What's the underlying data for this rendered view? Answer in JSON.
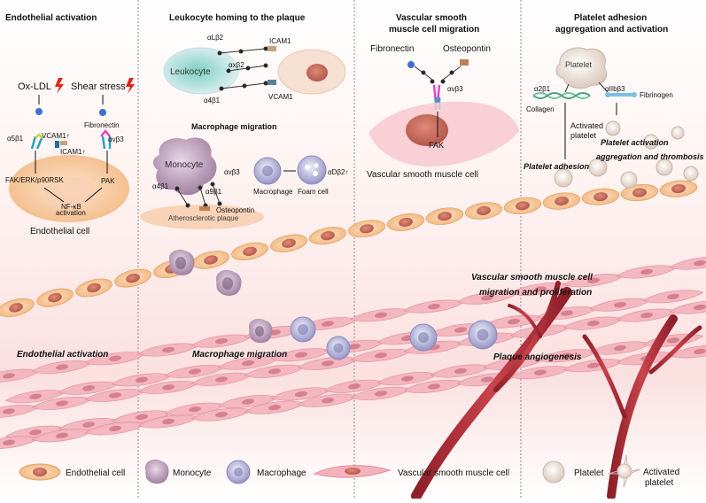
{
  "panels": {
    "endothelial": {
      "title": "Endothelial activation",
      "oxldl": "Ox-LDL",
      "shear": "Shear stress",
      "fibronectin": "Fibronectin",
      "a5b1": "α5β1",
      "vcam1": "VCAM1↑",
      "icam1": "ICAM1↑",
      "avb3": "αvβ3",
      "fak": "FAK/ERK/p90RSK",
      "pak": "PAK",
      "nfkb": "NF-κB",
      "activation": "activation",
      "cell": "Endothelial cell"
    },
    "leukocyte": {
      "title": "Leukocyte homing to the plaque",
      "alb2": "αLβ2",
      "icam1": "ICAM1",
      "axb2": "αxβ2",
      "leukocyte": "Leukocyte",
      "a4b1": "α4β1",
      "vcam1": "VCAM1"
    },
    "macrophage": {
      "title": "Macrophage migration",
      "monocyte": "Monocyte",
      "avb3": "αvβ3",
      "a4b1": "α4β1",
      "a9b1": "α9β1",
      "osteopontin": "Osteopontin",
      "plaque": "Atherosclerotic plaque",
      "macrophage": "Macrophage",
      "foam": "Foam cell",
      "adb2": "αDβ2↑"
    },
    "vsmc": {
      "title_line1": "Vascular smooth",
      "title_line2": "muscle cell migration",
      "fibronectin": "Fibronectin",
      "osteopontin": "Osteopontin",
      "avb3": "αvβ3",
      "fak": "FAK",
      "cell": "Vascular smooth muscle cell"
    },
    "platelet": {
      "title_line1": "Platelet adhesion",
      "title_line2": "aggregation and activation",
      "platelet": "Platelet",
      "a2b1": "α2β1",
      "aiib3": "αIIbβ3",
      "collagen": "Collagen",
      "fibrinogen": "Fibrinogen",
      "activated_line1": "Activated",
      "activated_line2": "platelet",
      "activation_line1": "Platelet activation",
      "activation_line2": "aggregation and thrombosis",
      "adhesion": "Platelet adhesion"
    }
  },
  "scene": {
    "endothelial_activation": "Endothelial activation",
    "macrophage_migration": "Macrophage migration",
    "vsmc_line1": "Vascular smooth muscle cell",
    "vsmc_line2": "migration and proliferation",
    "angiogenesis": "Plaque angiogenesis"
  },
  "legend": {
    "endothelial": "Endothelial cell",
    "monocyte": "Monocyte",
    "macrophage": "Macrophage",
    "vsmc": "Vascular smooth muscle cell",
    "platelet": "Platelet",
    "activated_line1": "Activated",
    "activated_line2": "platelet"
  },
  "colors": {
    "endothelial_fill": "#f6c28a",
    "nucleus": "#c96a5a",
    "monocyte": "#b79ab6",
    "macrophage": "#a9a8cf",
    "vsmc": "#f3b3bd",
    "platelet": "#efe3dc",
    "vessel": "#b8323a",
    "collagen": "#6cc5a0"
  }
}
